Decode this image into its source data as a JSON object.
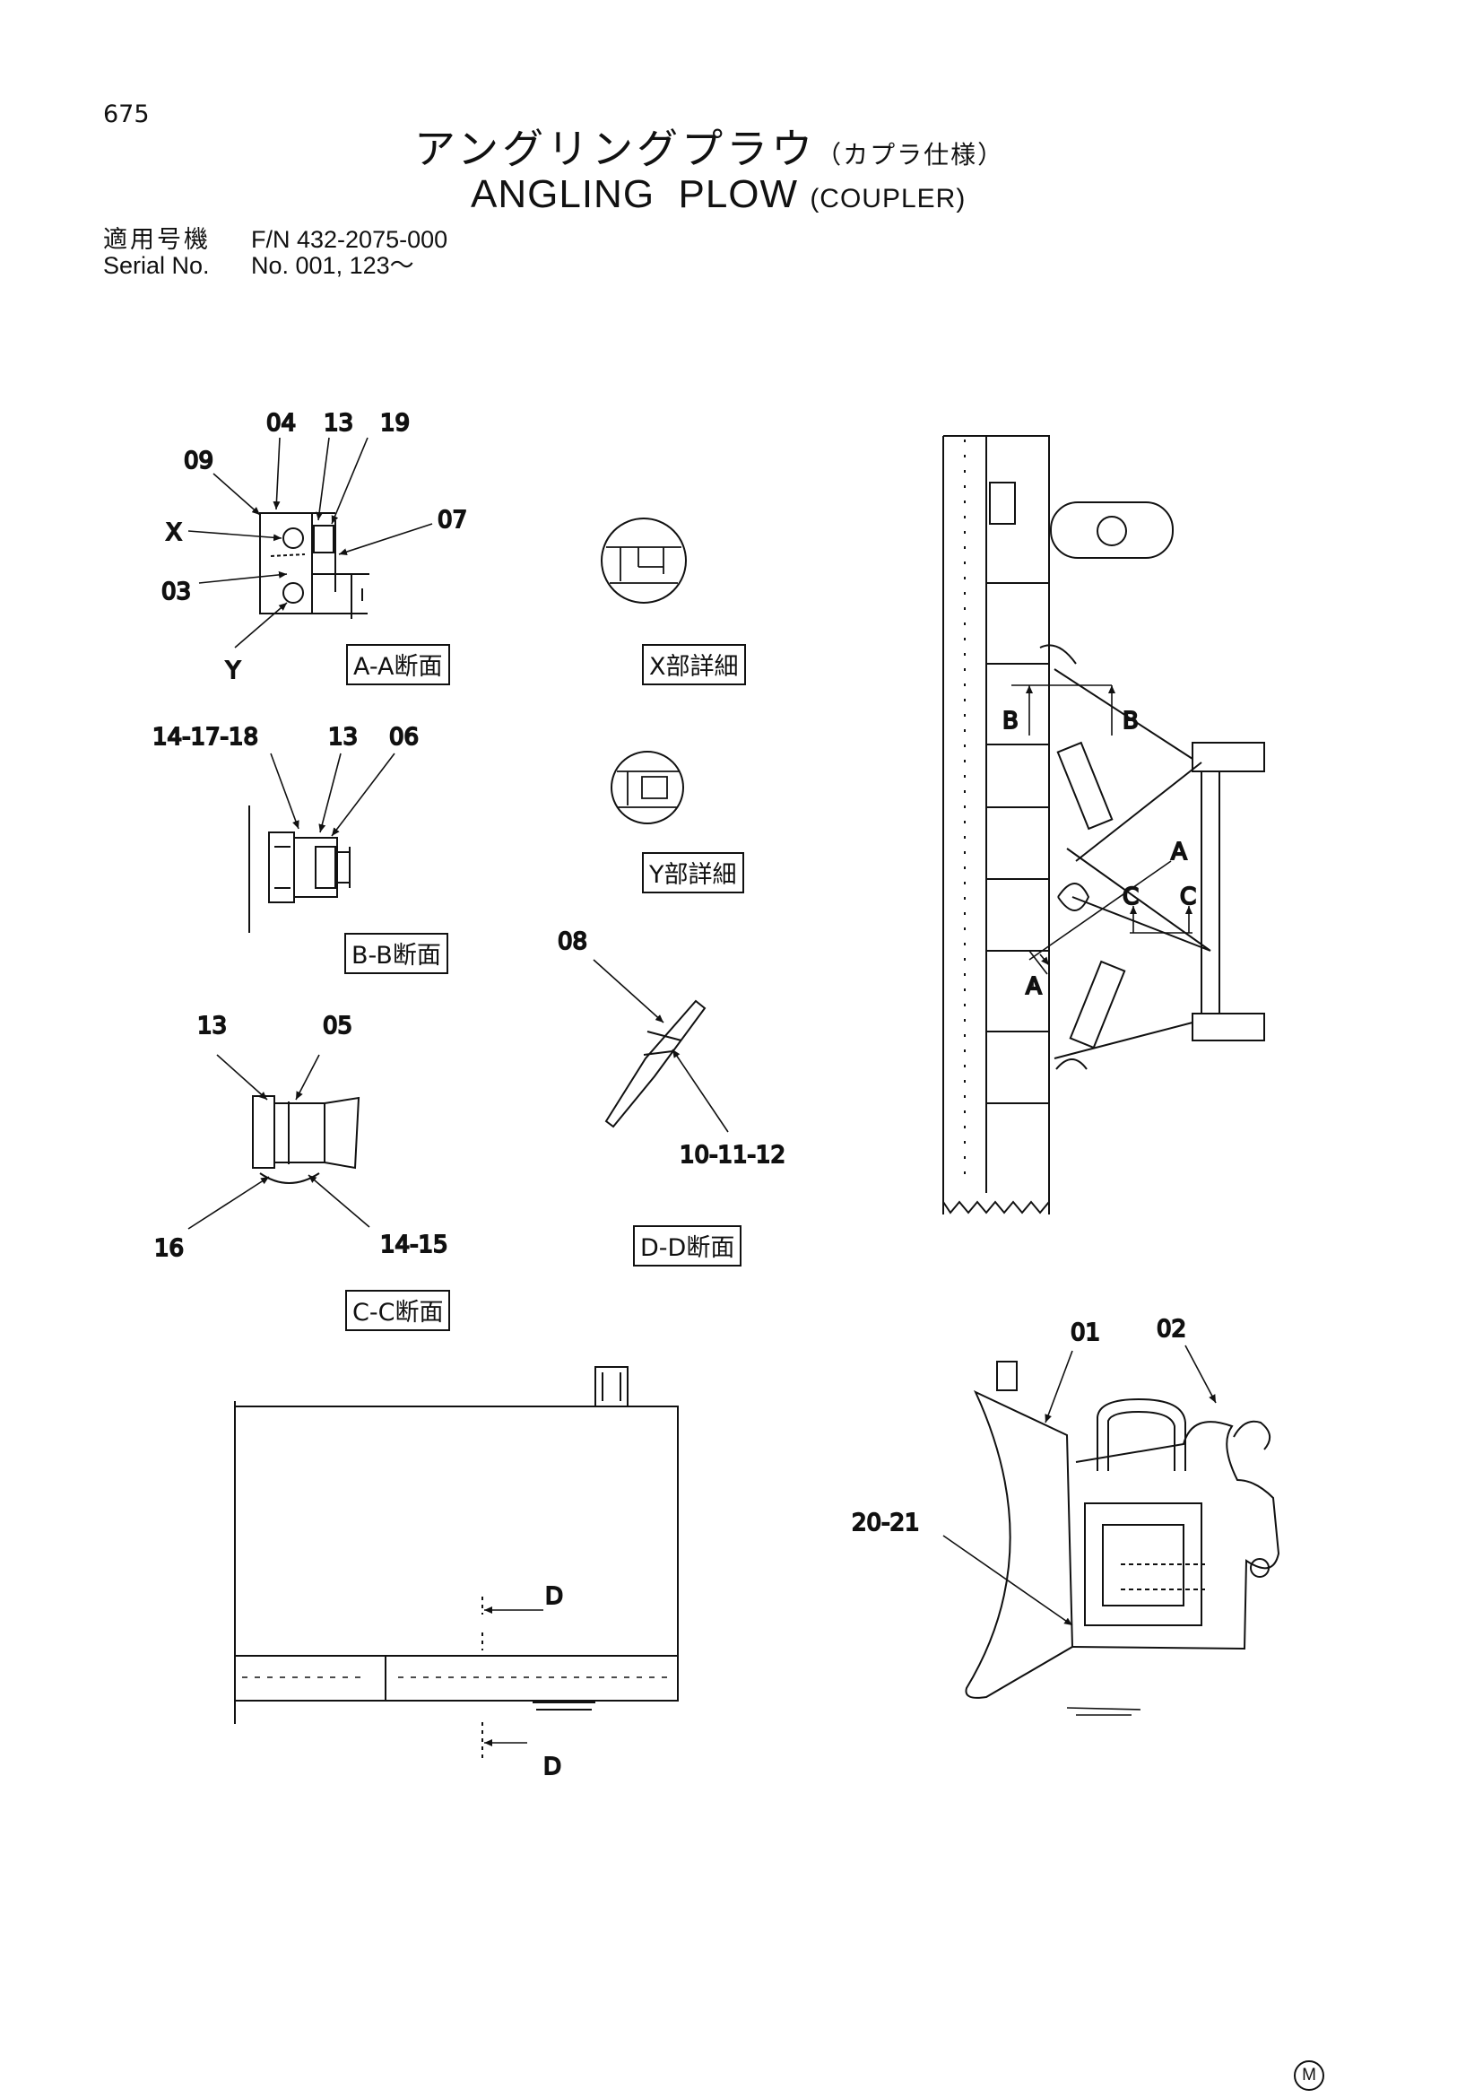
{
  "page_number": "675",
  "title": {
    "ja_main": "アングリングプラウ",
    "ja_sub": "（カプラ仕様）",
    "en_main": "ANGLING  PLOW",
    "en_sub": "(COUPLER)"
  },
  "serial": {
    "row1_label": "適用号機",
    "row1_value": "F/N 432-2075-000",
    "row2_label": "Serial No.",
    "row2_value": "No. 001, 123～"
  },
  "section_titles": {
    "aa": "A-A断面",
    "bb": "B-B断面",
    "cc": "C-C断面",
    "dd": "D-D断面",
    "x_detail": "X部詳細",
    "y_detail": "Y部詳細"
  },
  "callouts": {
    "aa_04": "04",
    "aa_13": "13",
    "aa_19": "19",
    "aa_09": "09",
    "aa_x": "X",
    "aa_07": "07",
    "aa_03": "03",
    "aa_y": "Y",
    "bb_141718": "14-17-18",
    "bb_13": "13",
    "bb_06": "06",
    "cc_13": "13",
    "cc_05": "05",
    "cc_16": "16",
    "cc_1415": "14-15",
    "dd_08": "08",
    "dd_101112": "10-11-12",
    "side_01": "01",
    "side_02": "02",
    "side_2021": "20-21",
    "sec_b": "B",
    "sec_a": "A",
    "sec_c": "C",
    "sec_d": "D"
  },
  "maker_mark": "M"
}
